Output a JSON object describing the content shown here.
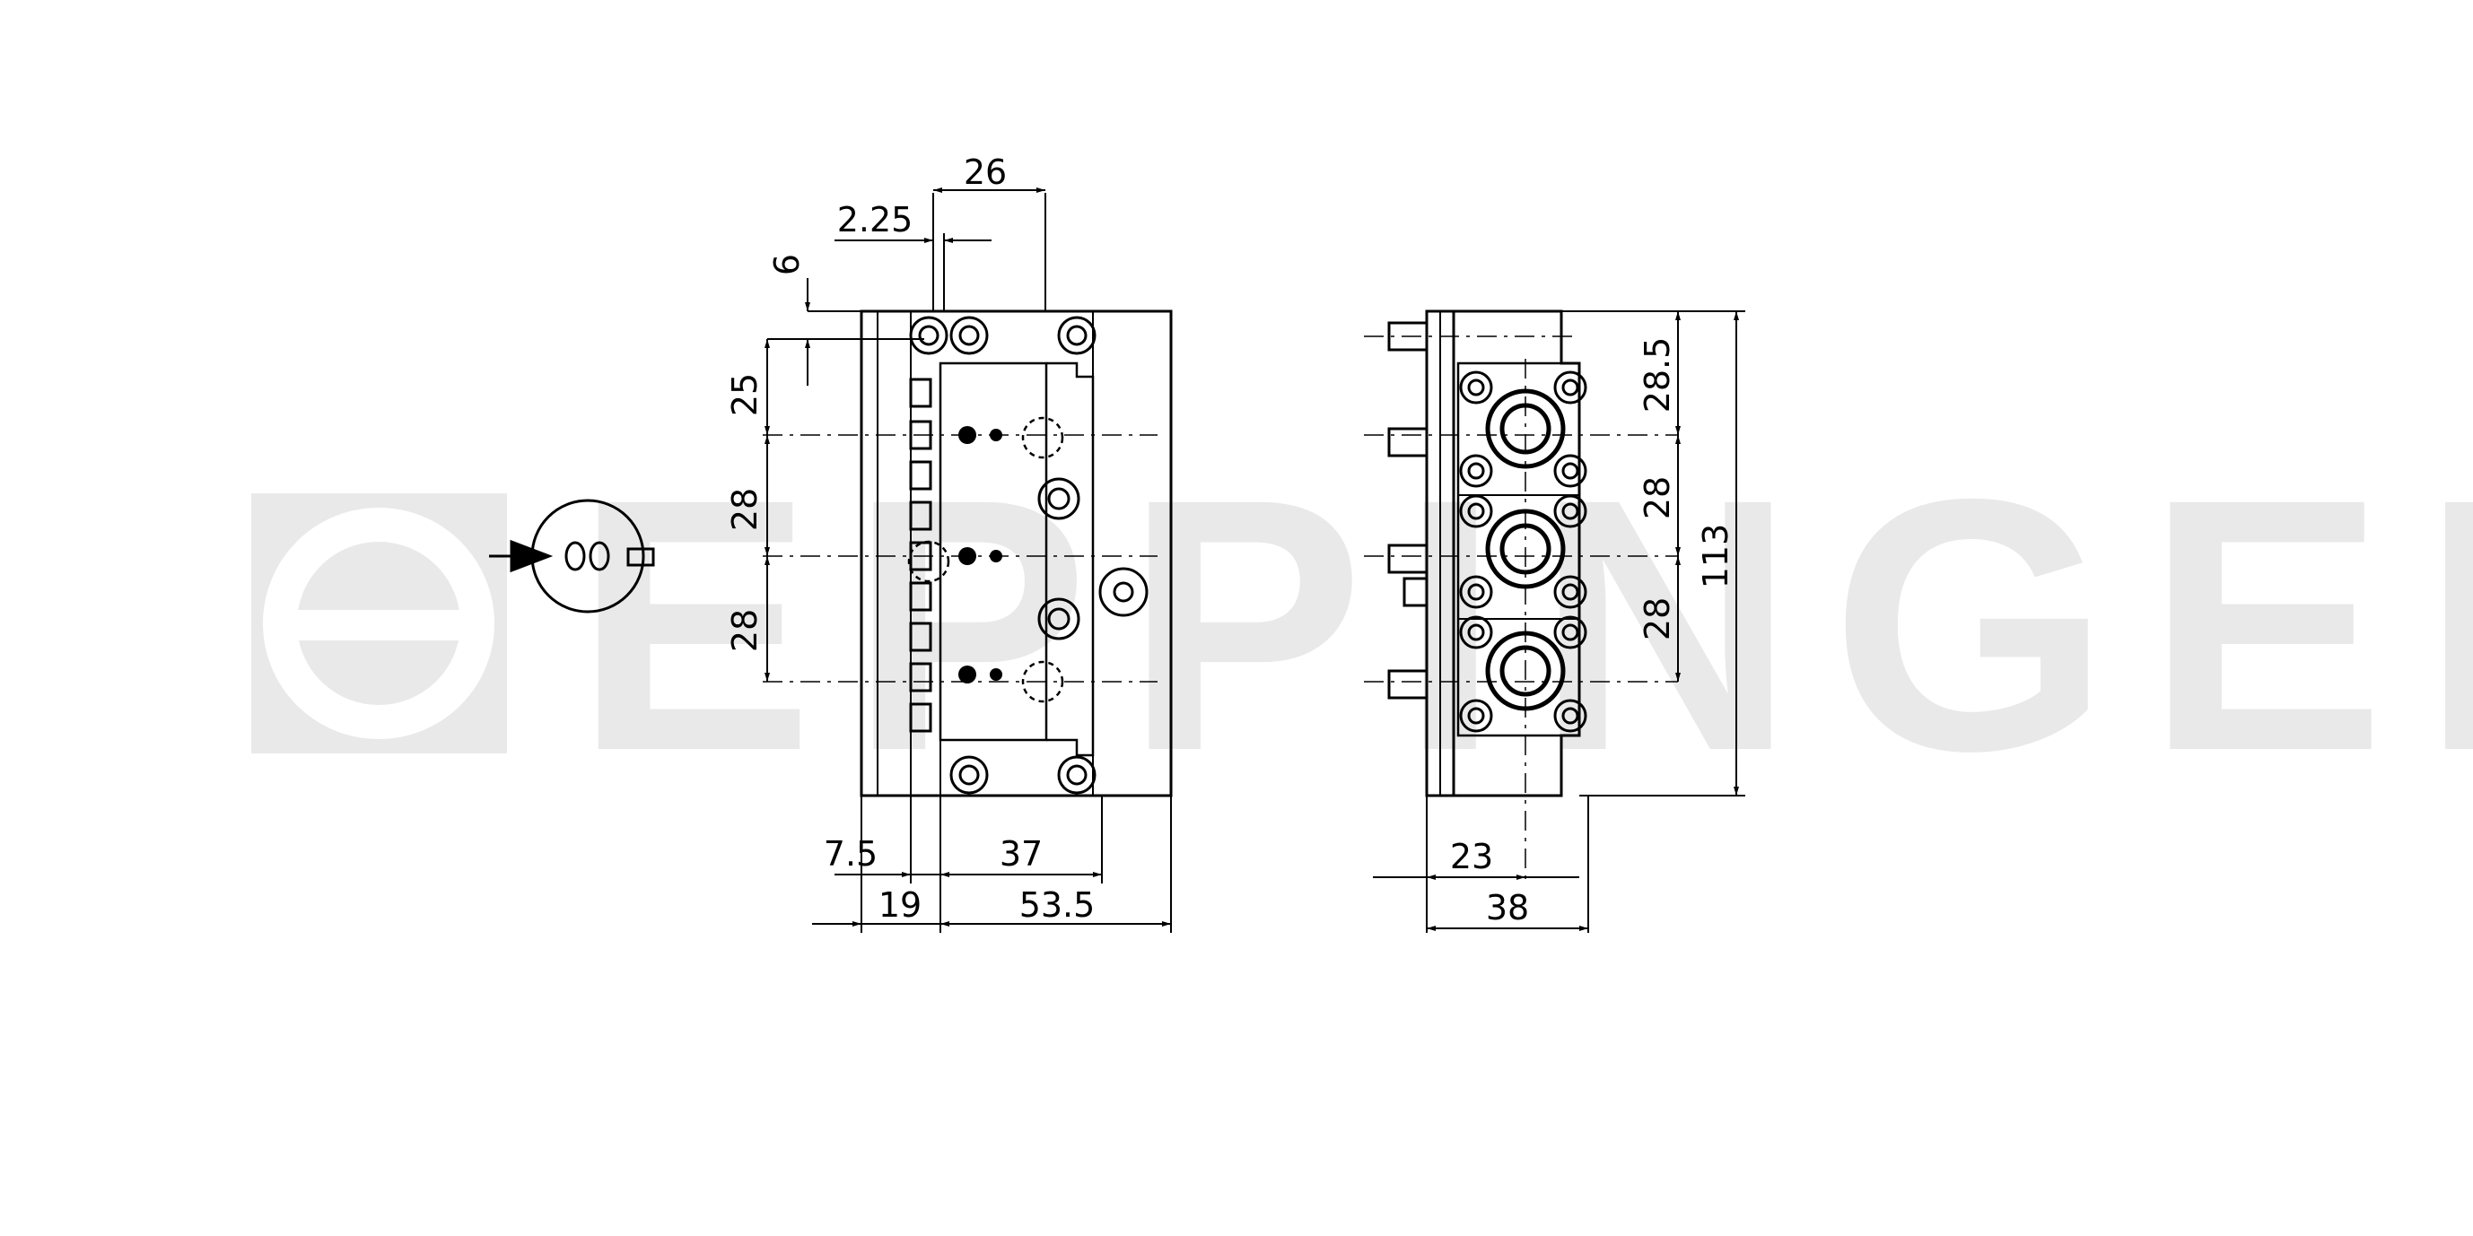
{
  "watermark": {
    "brand": "EPPINGER",
    "color": "#e8e8e8"
  },
  "symbol": {
    "name": "proj-angle-symbol"
  },
  "front_view": {
    "dimensions": {
      "top_width": "26",
      "offset_small": "2.25",
      "top_gap": "6",
      "pitch_first": "25",
      "pitch_second": "28",
      "pitch_third": "28",
      "bottom_left": "7.5",
      "bottom_mid": "37",
      "bottom_base": "19",
      "overall_width": "53.5"
    }
  },
  "side_view": {
    "dimensions": {
      "top_offset": "28.5",
      "pitch_a": "28",
      "pitch_b": "28",
      "overall_height": "113",
      "center_offset": "23",
      "overall_width": "38"
    }
  },
  "colors": {
    "line": "#000000",
    "background": "#ffffff"
  }
}
